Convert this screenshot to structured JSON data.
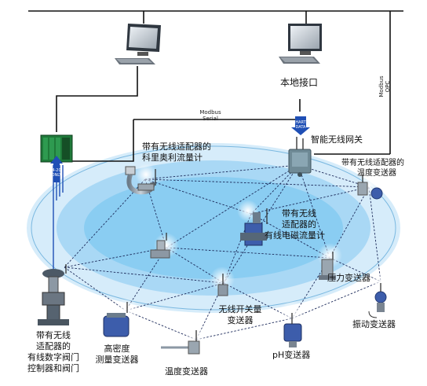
{
  "labels": {
    "local_interface": "本地接口",
    "modbus_serial": [
      "Modbus",
      "Serial"
    ],
    "modbus_opc": [
      "Modbus",
      "OPC"
    ],
    "gateway": "智能无线网关",
    "hart_data": [
      "HART",
      "DATA"
    ],
    "ma_only": [
      "4-20",
      "ONLY"
    ],
    "coriolis": [
      "带有无线适配器的",
      "科里奥利流量计"
    ],
    "temp_wireless": [
      "带有无线适配器的",
      "温度变送器"
    ],
    "magflow": [
      "带有无线",
      "适配器的",
      "有线电磁流量计"
    ],
    "pressure": "压力变送器",
    "discrete": [
      "无线开关量",
      "变送器"
    ],
    "vibration": "振动变送器",
    "ph": "pH变送器",
    "temperature": "温度变送器",
    "density": [
      "高密度",
      "测量变送器"
    ],
    "valve_controller": [
      "带有无线",
      "适配器的",
      "有线数字阀门",
      "控制器和阀门"
    ]
  },
  "colors": {
    "ellipse_outer": "#d6ecfa",
    "ellipse_mid": "#a9d8f5",
    "ellipse_inner": "#6fbfee",
    "link_line": "#1c2a5a",
    "arrow_blue": "#1f4fb5",
    "controller_green": "#1f7a3a"
  }
}
